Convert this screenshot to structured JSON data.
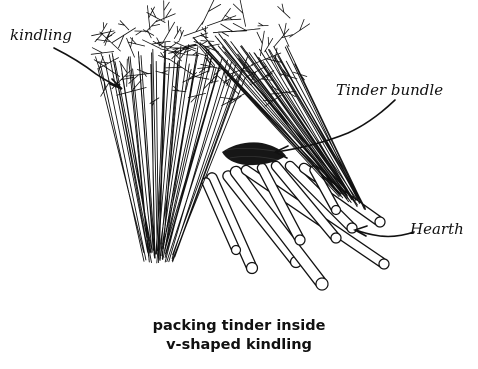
{
  "labels": {
    "kindling": "kindling",
    "tinder_bundle": "Tinder bundle",
    "hearth": "Hearth"
  },
  "caption": {
    "line1": "packing tinder inside",
    "line2": "v-shaped kindling"
  },
  "colors": {
    "ink": "#111111",
    "background": "#ffffff"
  }
}
